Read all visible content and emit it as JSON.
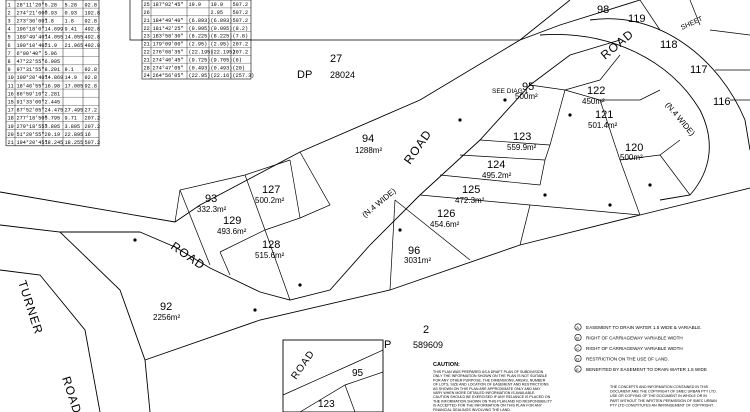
{
  "title": "Survey plan — lots and roads",
  "colors": {
    "ink": "#000000",
    "paper": "#ffffff"
  },
  "table_left": {
    "rows": [
      [
        "1",
        "28°11'20\"",
        "5.28",
        "5.28",
        "92.8"
      ],
      [
        "2",
        "274°21'00\"",
        "0.93",
        "0.93",
        "192.8"
      ],
      [
        "3",
        "273°36'00\"",
        "1.8",
        "1.8",
        "92.8"
      ],
      [
        "4",
        "196°18'0\"",
        "14.699",
        "9.41",
        "492.8"
      ],
      [
        "5",
        "189°49'40\"",
        "14.055",
        "14.055",
        "492.8"
      ],
      [
        "6",
        "190°10'40\"",
        "21.9",
        "21.965",
        "492.8"
      ],
      [
        "7",
        "6°00'40\"",
        "5.96",
        "",
        ""
      ],
      [
        "8",
        "47°22'55\"",
        "6.005",
        "",
        ""
      ],
      [
        "9",
        "97°31'55\"",
        "8.201",
        "9.1",
        "92.8"
      ],
      [
        "10",
        "109°20'40\"",
        "14.869",
        "14.9",
        "92.8"
      ],
      [
        "11",
        "18°46'55\"",
        "16.98",
        "17.005",
        "92.8"
      ],
      [
        "16",
        "86°59'10\"",
        "2.281",
        "",
        ""
      ],
      [
        "15",
        "91°33'00\"",
        "2.445",
        "",
        ""
      ],
      [
        "17",
        "87°52'05\"",
        "24.475",
        "27.495",
        "27.2"
      ],
      [
        "18",
        "277°18'50\"",
        "5.795",
        "9.71",
        "207.2"
      ],
      [
        "19",
        "279°18'55\"",
        "3.805",
        "3.805",
        "207.2"
      ],
      [
        "20",
        "51°20'55\"",
        "20.19",
        "22.895",
        "16"
      ],
      [
        "21",
        "194°20'45\"",
        "18.245",
        "18.255",
        "507.2"
      ]
    ]
  },
  "table_right": {
    "rows": [
      [
        "25",
        "187°02'45\"",
        "19.9",
        "19.9",
        "507.2"
      ],
      [
        "26",
        "",
        "",
        "2.95",
        "507.2"
      ],
      [
        "21",
        "184°49'40\"",
        "(6.893)",
        "(6.893)",
        "507.2"
      ],
      [
        "22",
        "181°42'25\"",
        "(0.995)",
        "(0.995)",
        "(8.2)"
      ],
      [
        "23",
        "183°58'30\"",
        "(8.225)",
        "(8.225)",
        "(7.8)"
      ],
      [
        "21",
        "179°09'00\"",
        "(2.95)",
        "(2.95)",
        "207.2"
      ],
      [
        "22",
        "276°08'35\"",
        "(22.195)",
        "(22.195)",
        "207.2"
      ],
      [
        "21",
        "274°40'45\"",
        "(9.725)",
        "(9.705)",
        "(6)"
      ],
      [
        "28",
        "274°47'05\"",
        "(0.493)",
        "(0.493)",
        "(20)"
      ],
      [
        "24",
        "264°56'05\"",
        "(22.95)",
        "(22.16)",
        "(257.3)"
      ]
    ]
  },
  "lots": [
    {
      "number": "27",
      "area": ""
    },
    {
      "number": "94",
      "area": "1288m²"
    },
    {
      "number": "93",
      "area": "332.3m²"
    },
    {
      "number": "127",
      "area": "500.2m²"
    },
    {
      "number": "129",
      "area": "493.6m²"
    },
    {
      "number": "128",
      "area": "515.6m²"
    },
    {
      "number": "92",
      "area": "2256m²"
    },
    {
      "number": "96",
      "area": "3031m²"
    },
    {
      "number": "95",
      "area": "500m²"
    },
    {
      "number": "122",
      "area": "450m²"
    },
    {
      "number": "121",
      "area": "501.4m²"
    },
    {
      "number": "120",
      "area": "500m²"
    },
    {
      "number": "123",
      "area": "559.9m²"
    },
    {
      "number": "124",
      "area": "495.2m²"
    },
    {
      "number": "125",
      "area": "472.3m²"
    },
    {
      "number": "126",
      "area": "454.6m²"
    },
    {
      "number": "98",
      "area": ""
    },
    {
      "number": "119",
      "area": ""
    },
    {
      "number": "118",
      "area": ""
    },
    {
      "number": "117",
      "area": ""
    },
    {
      "number": "116",
      "area": ""
    },
    {
      "number": "2",
      "area": ""
    }
  ],
  "plans": {
    "dp_top": "DP",
    "dp_top_number": "28024",
    "dp_bottom": "DP",
    "dp_bottom_number": "589609"
  },
  "roads": {
    "road_label": "ROAD",
    "road_label_upper": "ROAD",
    "width_left": "(N.4 WIDE)",
    "width_right": "(N.4 WIDE)",
    "turner": "TURNER",
    "road_bl": "ROAD",
    "sheet": "SHEET"
  },
  "see_diag": "SEE DIAG 1",
  "inset": {
    "road": "ROAD",
    "lot95": "95",
    "lot123": "123"
  },
  "legend": [
    {
      "symbol": "A",
      "text": "EASEMENT TO DRAIN WATER 1.5 WIDE & VARIABLE."
    },
    {
      "symbol": "B",
      "text": "RIGHT OF CARRIAGEWAY VARIABLE WIDTH"
    },
    {
      "symbol": "C",
      "text": "RIGHT OF CARRIAGEWAY VARIABLE WIDTH"
    },
    {
      "symbol": "D",
      "text": "RESTRICTION ON THE USE OF LAND."
    },
    {
      "symbol": "E",
      "text": "BENEFITED BY EASEMENT TO DRAIN WATER 1.5 WIDE"
    }
  ],
  "caution_heading": "CAUTION:",
  "caution_lines": [
    "THIS PLAN WAS PREPARED AS A DRAFT PLAN OF SUBDIVISION",
    "ONLY THE INFORMATION SHOWN ON THE PLAN IS NOT SUITABLE",
    "FOR ANY OTHER PURPOSE. THE DIMENSIONS, AREAS, NUMBER",
    "OF LOTS, SIZE AND LOCATION OF EASEMENT AND RESTRICTIONS",
    "AS SHOWN ON THIS PLAN ARE APPROXIMATE ONLY AND MAY",
    "VARY WHEN MORE DETAILED INFORMATION IS AVAILABLE.",
    "CAUTION SHOULD BE EXERCISED IF ANY RELIANCE IS PLACED ON",
    "THE INFORMATION SHOWN ON THIS PLAN AND NO RESPONSIBILITY",
    "IS ACCEPTED FOR THE INFORMATION ON THIS PLAN FOR ANY",
    "FINANCIAL DEALINGS INVOLVING THE LAND."
  ],
  "copyright_lines": [
    "THE CONCEPTS AND INFORMATION CONTAINED IN THIS",
    "DOCUMENT ARE THE COPYRIGHT OF SMEC URBAN PTY LTD.",
    "USE OR COPYING OF THE DOCUMENT IN WHOLE OR IN",
    "PART WITHOUT THE WRITTEN PERMISSION OF SMEC URBAN",
    "PTY LTD CONSTITUTES AN INFRINGEMENT OF COPYRIGHT."
  ]
}
